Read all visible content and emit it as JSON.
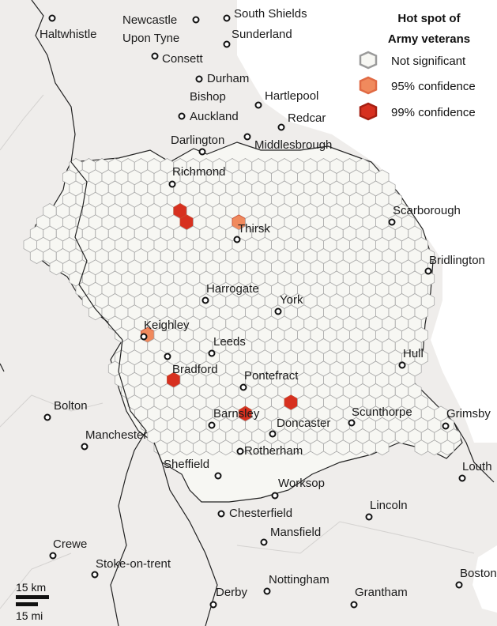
{
  "legend": {
    "title_line1": "Hot spot of",
    "title_line2": "Army veterans",
    "items": [
      {
        "label": "Not significant",
        "color": "#f7f7f3",
        "stroke": "#9a9a9a"
      },
      {
        "label": "95% confidence",
        "color": "#f08a5d",
        "stroke": "#e06a44"
      },
      {
        "label": "99% confidence",
        "color": "#d7301f",
        "stroke": "#a51f12"
      }
    ]
  },
  "scale": {
    "km": "15 km",
    "mi": "15 mi"
  },
  "colors": {
    "land": "#efedeb",
    "sea": "#ffffff",
    "study_area": "#f7f7f3",
    "hex_border": "#a9a9a9",
    "boundary": "#222222"
  },
  "towns": [
    {
      "name": "Haltwhistle"
    },
    {
      "name": "Newcastle"
    },
    {
      "name": "Upon Tyne"
    },
    {
      "name": "South Shields"
    },
    {
      "name": "Sunderland"
    },
    {
      "name": "Consett"
    },
    {
      "name": "Durham"
    },
    {
      "name": "Bishop"
    },
    {
      "name": "Auckland"
    },
    {
      "name": "Hartlepool"
    },
    {
      "name": "Redcar"
    },
    {
      "name": "Darlington"
    },
    {
      "name": "Middlesbrough"
    },
    {
      "name": "Richmond"
    },
    {
      "name": "Scarborough"
    },
    {
      "name": "Thirsk"
    },
    {
      "name": "Bridlington"
    },
    {
      "name": "Harrogate"
    },
    {
      "name": "York"
    },
    {
      "name": "Keighley"
    },
    {
      "name": "Leeds"
    },
    {
      "name": "Bradford"
    },
    {
      "name": "Hull"
    },
    {
      "name": "Pontefract"
    },
    {
      "name": "Bolton"
    },
    {
      "name": "Barnsley"
    },
    {
      "name": "Doncaster"
    },
    {
      "name": "Scunthorpe"
    },
    {
      "name": "Grimsby"
    },
    {
      "name": "Manchester"
    },
    {
      "name": "Rotherham"
    },
    {
      "name": "Sheffield"
    },
    {
      "name": "Louth"
    },
    {
      "name": "Worksop"
    },
    {
      "name": "Chesterfield"
    },
    {
      "name": "Lincoln"
    },
    {
      "name": "Mansfield"
    },
    {
      "name": "Crewe"
    },
    {
      "name": "Stoke-on-trent"
    },
    {
      "name": "Nottingham"
    },
    {
      "name": "Boston"
    },
    {
      "name": "Derby"
    },
    {
      "name": "Grantham"
    }
  ]
}
